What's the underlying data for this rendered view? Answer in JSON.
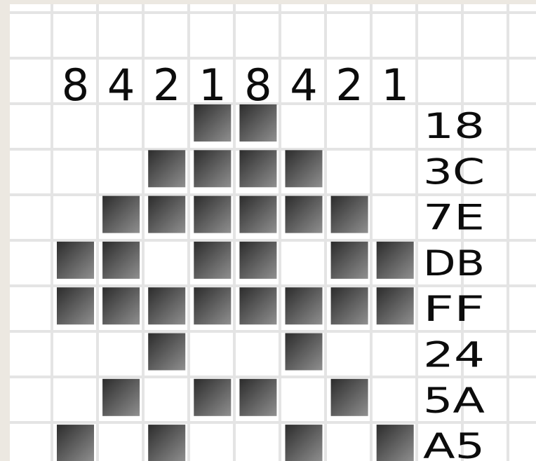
{
  "bit_weights": [
    "8",
    "4",
    "2",
    "1",
    "8",
    "4",
    "2",
    "1"
  ],
  "rows": [
    {
      "hex": "18",
      "bits": [
        0,
        0,
        0,
        1,
        1,
        0,
        0,
        0
      ]
    },
    {
      "hex": "3C",
      "bits": [
        0,
        0,
        1,
        1,
        1,
        1,
        0,
        0
      ]
    },
    {
      "hex": "7E",
      "bits": [
        0,
        1,
        1,
        1,
        1,
        1,
        1,
        0
      ]
    },
    {
      "hex": "DB",
      "bits": [
        1,
        1,
        0,
        1,
        1,
        0,
        1,
        1
      ]
    },
    {
      "hex": "FF",
      "bits": [
        1,
        1,
        1,
        1,
        1,
        1,
        1,
        1
      ]
    },
    {
      "hex": "24",
      "bits": [
        0,
        0,
        1,
        0,
        0,
        1,
        0,
        0
      ]
    },
    {
      "hex": "5A",
      "bits": [
        0,
        1,
        0,
        1,
        1,
        0,
        1,
        0
      ]
    },
    {
      "hex": "A5",
      "bits": [
        1,
        0,
        1,
        0,
        0,
        1,
        0,
        1
      ]
    }
  ],
  "colors": {
    "paper": "#ffffff",
    "grid_line": "#e4e4e4",
    "pixel_light": "#8f8f8f",
    "pixel_dark": "#2c2c2c",
    "ink": "#0c0c0c"
  }
}
